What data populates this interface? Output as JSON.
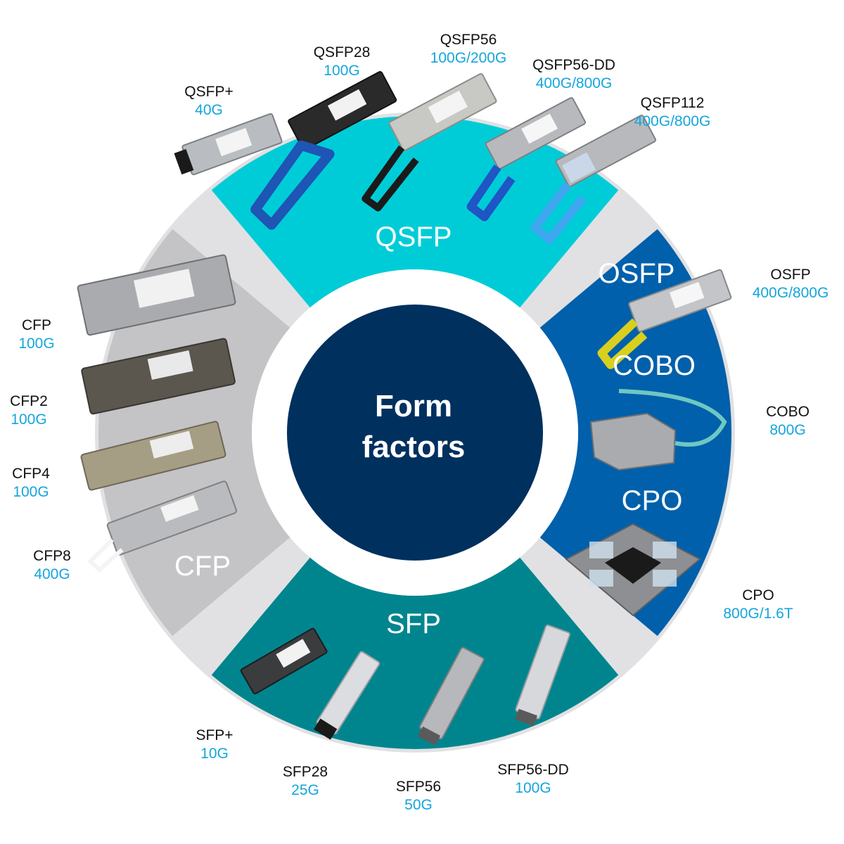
{
  "colors": {
    "qsfp": "#00ccd8",
    "osfp": "#0060ab",
    "sfp": "#00858f",
    "cfp": "#c4c4c6",
    "gap": "#e1e1e3",
    "center": "#00305e",
    "speed": "#14a5dc"
  },
  "center": {
    "line1": "Form",
    "line2": "factors"
  },
  "categories": {
    "qsfp": "QSFP",
    "osfp": "OSFP",
    "cobo": "COBO",
    "cpo": "CPO",
    "sfp": "SFP",
    "cfp": "CFP"
  },
  "modules": [
    {
      "name": "QSFP+",
      "speed": "40G"
    },
    {
      "name": "QSFP28",
      "speed": "100G"
    },
    {
      "name": "QSFP56",
      "speed": "100G/200G"
    },
    {
      "name": "QSFP56-DD",
      "speed": "400G/800G"
    },
    {
      "name": "QSFP112",
      "speed": "400G/800G"
    },
    {
      "name": "OSFP",
      "speed": "400G/800G"
    },
    {
      "name": "COBO",
      "speed": "800G"
    },
    {
      "name": "CPO",
      "speed": "800G/1.6T"
    },
    {
      "name": "SFP+",
      "speed": "10G"
    },
    {
      "name": "SFP28",
      "speed": "25G"
    },
    {
      "name": "SFP56",
      "speed": "50G"
    },
    {
      "name": "SFP56-DD",
      "speed": "100G"
    },
    {
      "name": "CFP",
      "speed": "100G"
    },
    {
      "name": "CFP2",
      "speed": "100G"
    },
    {
      "name": "CFP4",
      "speed": "100G"
    },
    {
      "name": "CFP8",
      "speed": "400G"
    }
  ]
}
